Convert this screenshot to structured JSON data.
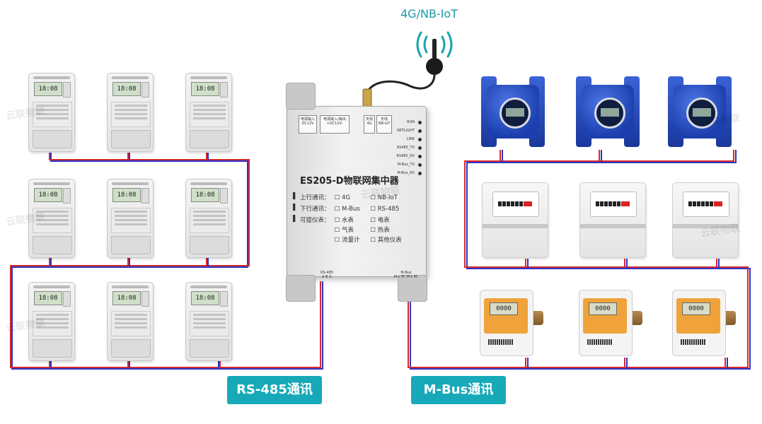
{
  "wireless": {
    "label": "4G/NB-IoT"
  },
  "device": {
    "title": "ES205-D物联网集中器",
    "ports": {
      "power_in": "电源输入\nDC12V",
      "power_io": "电源输入/输出\n+DC12V-",
      "antenna_4g": "天线\n4G",
      "antenna_nb": "天线\nNB-IoT"
    },
    "leds": [
      "RUN",
      "NETLIGHT",
      "LINK",
      "RS485_TX",
      "RS485_RX",
      "M-Bus_TX",
      "M-Bus_RX"
    ],
    "specs": {
      "uplink": {
        "header": "上行通讯：",
        "options": [
          "4G",
          "NB-IoT"
        ]
      },
      "downlink": {
        "header": "下行通讯：",
        "options": [
          "M-Bus",
          "RS-485"
        ]
      },
      "meters": {
        "header": "可接仪表：",
        "options": [
          "水表",
          "电表",
          "气表",
          "热表",
          "流量计",
          "其他仪表"
        ]
      }
    },
    "terminals": {
      "rs485": {
        "label": "RS-485",
        "pins": "A  B  G"
      },
      "mbus": {
        "label": "M-Bus",
        "pins": "M+  M-  M+  M-"
      }
    }
  },
  "buses": {
    "rs485": "RS-485通讯",
    "mbus": "M-Bus通讯"
  },
  "meter_display": {
    "power": "18:08",
    "heat": "0000"
  },
  "watermark": "云联物联",
  "colors": {
    "accent": "#17a9b8",
    "wire_red": "#d8282c",
    "wire_blue": "#2a35c8"
  }
}
